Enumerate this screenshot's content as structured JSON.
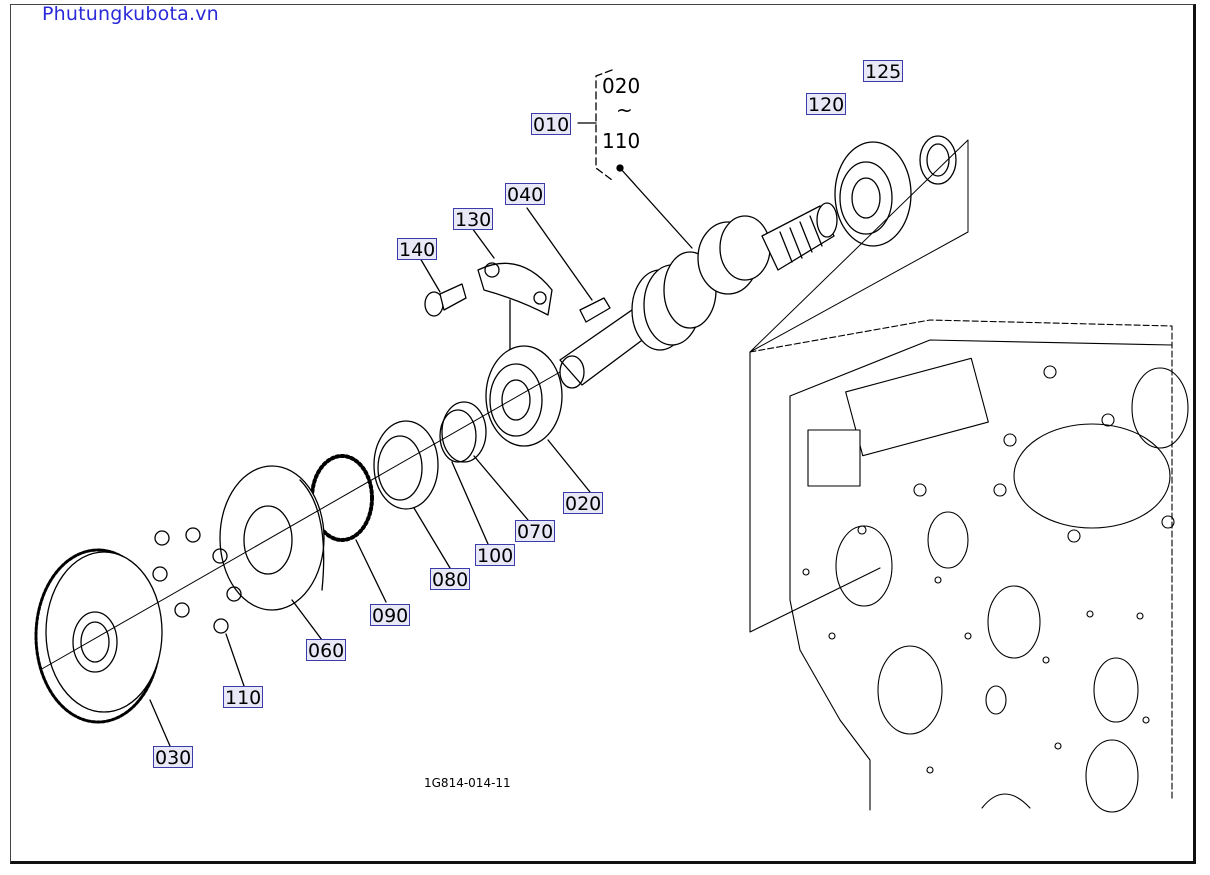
{
  "watermark": "Phutungkubota.vn",
  "drawing_code": "1G814-014-11",
  "assembly": {
    "callout": "010",
    "range_start": "020",
    "range_sep": "~",
    "range_end": "110"
  },
  "callouts": {
    "c020": "020",
    "c030": "030",
    "c040": "040",
    "c060": "060",
    "c070": "070",
    "c080": "080",
    "c090": "090",
    "c100": "100",
    "c110": "110",
    "c120": "120",
    "c125": "125",
    "c130": "130",
    "c140": "140"
  },
  "colors": {
    "callout_fill": "#e8e8f7",
    "callout_border": "#3b3baa",
    "watermark": "#2a2ad8"
  }
}
